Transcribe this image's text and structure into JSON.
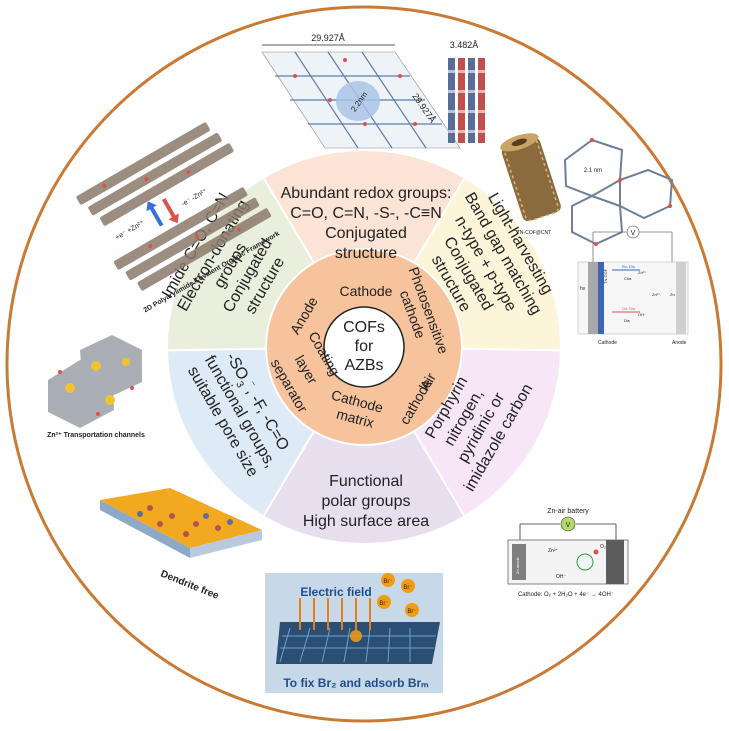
{
  "center": {
    "line1": "COFs",
    "line2": "for",
    "line3": "AZBs"
  },
  "ring": {
    "cathode": "Cathode",
    "photosensitive": "Photosensitive",
    "photo_cathode": "cathode",
    "air": "Air",
    "air_cathode": "cathode",
    "cathode_matrix_1": "Cathode",
    "cathode_matrix_2": "matrix",
    "coating": "Coating",
    "layer": "layer",
    "separator": "separator",
    "anode": "Anode"
  },
  "segments": {
    "cathode_top": [
      "Abundant redox groups:",
      "C=O, C=N,  -S-, -C≡N",
      "Conjugated",
      "structure"
    ],
    "photosensitive": [
      "Light-harvesting",
      "Band gap matching",
      "n-type + p-type",
      "Conjugated",
      "structure"
    ],
    "air": [
      "Porphyrin",
      "nitrogen,",
      "pyridinic or",
      "imidazole carbon"
    ],
    "matrix": [
      "Functional",
      "polar groups",
      "High surface area"
    ],
    "separator": [
      "-SO",
      "3",
      "⁻",
      ", -F, -C=O",
      "functional groups,",
      "suitable pore size"
    ],
    "anode": [
      "Imide C=O, C=N",
      "Electron-donating",
      "groups",
      "Conjugated",
      "structure"
    ]
  },
  "images": {
    "top_dim_a": "29.927Å",
    "top_dim_b": "29.927Å",
    "top_pore": "2.2nm",
    "top_stack": "3.482Å",
    "ul_caption": "2D Polyarylimide Covalent Organic Framework",
    "ul_arrow1": "+e⁻ +Zn²⁺",
    "ul_arrow2": "-e⁻ -Zn²⁺",
    "ur_label": "TN-COF@CNT",
    "ur_pore": "2.1 nm",
    "photo_cathode": "Cathode",
    "photo_anode": "Anode",
    "photo_cof": "TN-COF",
    "photo_hv": "hν",
    "photo_v": "V",
    "photo_zn2": "Zn²⁺",
    "photo_zn": "Zn",
    "photo_oh": "OH⁻",
    "photo_rx_dis": "Rx. Dis",
    "photo_ox_dis": "Ox. Dis",
    "photo_chad": "Cha",
    "photo_dis": "Dis",
    "left_caption": "Zn²⁺ Transportation channels",
    "dendrite": "Dendrite free",
    "zn_air_title": "Zn-air battery",
    "zn_air_v": "V",
    "zn_air_o2": "O₂",
    "zn_air_zn2": "Zn²⁺",
    "zn_air_oh": "OH⁻",
    "zn_air_anode": "Zn anode",
    "zn_air_cathode": "Cathode: O₂ + 2H₂O + 4e⁻ → 4OH⁻",
    "br_field": "Electric field",
    "br_ion": "Br⁻",
    "br_caption": "To fix Br₂ and adsorb Brₘ"
  },
  "colors": {
    "outer_ring": "#c97a35",
    "seg_top": "#fbe3d5",
    "seg_ur": "#fdf5d9",
    "seg_right": "#f7e6f7",
    "seg_bottom": "#e7dfee",
    "seg_left": "#deeaf5",
    "seg_ul": "#eaeedd",
    "inner_ring": "#f6c39d",
    "center": "#ffffff"
  }
}
